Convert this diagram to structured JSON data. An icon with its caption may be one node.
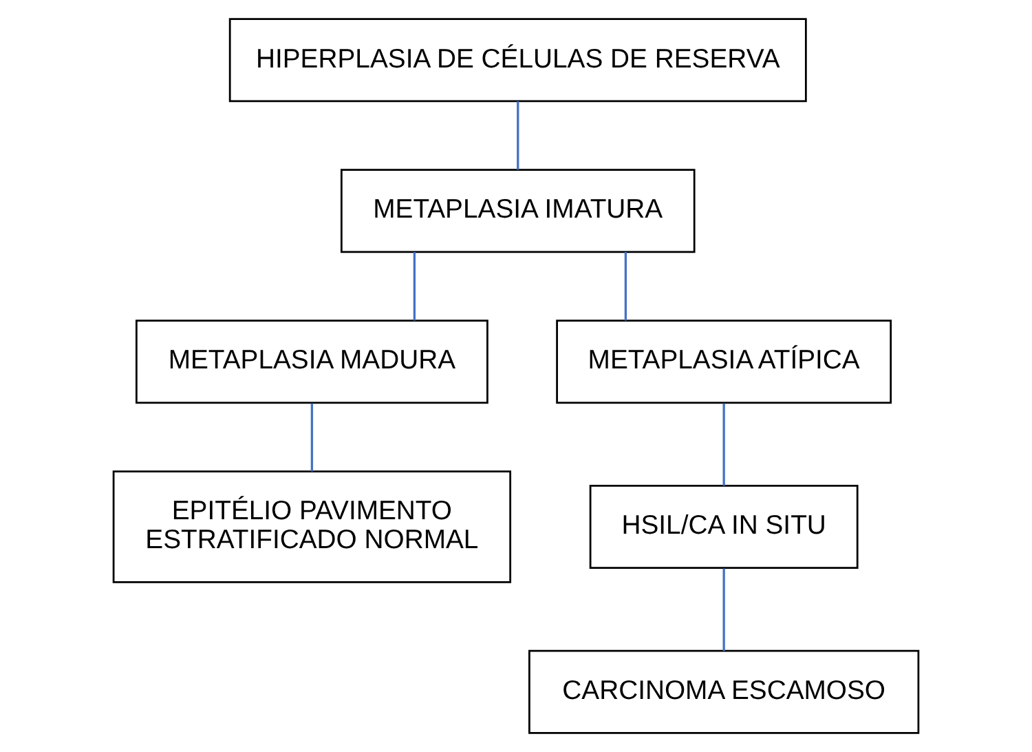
{
  "diagram": {
    "nodes": [
      {
        "text": [
          "HIPERPLASIA DE CÉLULAS DE RESERVA"
        ]
      },
      {
        "text": [
          "METAPLASIA IMATURA"
        ]
      },
      {
        "text": [
          "METAPLASIA MADURA"
        ]
      },
      {
        "text": [
          "METAPLASIA ATÍPICA"
        ]
      },
      {
        "text": [
          "EPITÉLIO PAVIMENTO ESTRATIFICADO NORMAL"
        ]
      },
      {
        "text": [
          "HSIL/CA IN SITU"
        ]
      },
      {
        "text": [
          "CARCINOMA ESCAMOSO"
        ]
      }
    ],
    "edges": [
      {
        "from": 0,
        "to": 1,
        "arrow": "none"
      },
      {
        "from": 1,
        "to": 2,
        "arrow": "none"
      },
      {
        "from": 1,
        "to": 3,
        "arrow": "none"
      },
      {
        "from": 2,
        "to": 4,
        "arrow": "none"
      },
      {
        "from": 3,
        "to": 5,
        "arrow": "none"
      },
      {
        "from": 5,
        "to": 6,
        "arrow": "none"
      }
    ]
  }
}
